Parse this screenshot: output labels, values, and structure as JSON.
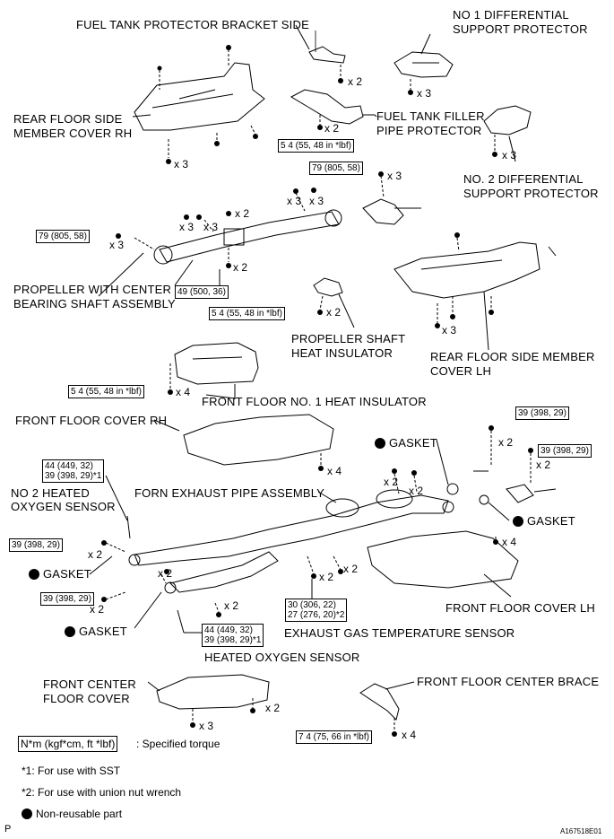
{
  "labels": {
    "fuel_tank_protector_bracket_side": "FUEL TANK PROTECTOR BRACKET SIDE",
    "no1_diff_protector_line1": "NO 1 DIFFERENTIAL",
    "no1_diff_protector_line2": "SUPPORT PROTECTOR",
    "rear_floor_side_member_cover_rh_line1": "REAR FLOOR SIDE",
    "rear_floor_side_member_cover_rh_line2": "MEMBER COVER RH",
    "fuel_tank_filler_pipe_protector_line1": "FUEL TANK FILLER",
    "fuel_tank_filler_pipe_protector_line2": "PIPE PROTECTOR",
    "no2_diff_protector_line1": "NO. 2 DIFFERENTIAL",
    "no2_diff_protector_line2": "SUPPORT PROTECTOR",
    "propeller_line1": "PROPELLER WITH CENTER",
    "propeller_line2": "BEARING SHAFT ASSEMBLY",
    "propeller_heat_insulator_line1": "PROPELLER SHAFT",
    "propeller_heat_insulator_line2": "HEAT INSULATOR",
    "rear_floor_side_member_cover_lh_line1": "REAR FLOOR SIDE MEMBER",
    "rear_floor_side_member_cover_lh_line2": "COVER LH",
    "front_floor_no1_heat_insulator": "FRONT FLOOR NO. 1 HEAT INSULATOR",
    "front_floor_cover_rh": "FRONT FLOOR COVER RH",
    "gasket": "GASKET",
    "no2_heated_oxygen_sensor_line1": "NO 2 HEATED",
    "no2_heated_oxygen_sensor_line2": "OXYGEN SENSOR",
    "front_exhaust_pipe_assembly": "FORN EXHAUST PIPE ASSEMBLY",
    "front_floor_cover_lh": "FRONT FLOOR COVER LH",
    "exhaust_gas_temperature_sensor": "EXHAUST GAS TEMPERATURE SENSOR",
    "heated_oxygen_sensor": "HEATED OXYGEN SENSOR",
    "front_center_floor_cover_line1": "FRONT CENTER",
    "front_center_floor_cover_line2": "FLOOR COVER",
    "front_floor_center_brace": "FRONT FLOOR CENTER BRACE"
  },
  "torque": {
    "t54": "5 4 (55, 48 in *lbf)",
    "t79": "79 (805, 58)",
    "t49": "49 (500, 36)",
    "t39": "39 (398, 29)",
    "t44_line1": "44 (449, 32)",
    "t44_line2": "39 (398, 29)*1",
    "t30_line1": "30 (306, 22)",
    "t30_line2": "27 (276, 20)*2",
    "t74": "7 4 (75, 66 in *lbf)"
  },
  "quantities": {
    "x2": "x 2",
    "x3": "x 3",
    "x4": "x 4"
  },
  "legend": {
    "unit_box": "N*m (kgf*cm, ft *lbf)",
    "unit_desc": ": Specified torque",
    "note1": "*1: For use with SST",
    "note2": "*2: For use with union nut wrench",
    "non_reusable": "Non-reusable part"
  },
  "corner": {
    "left": "P",
    "right": "A167518E01"
  }
}
